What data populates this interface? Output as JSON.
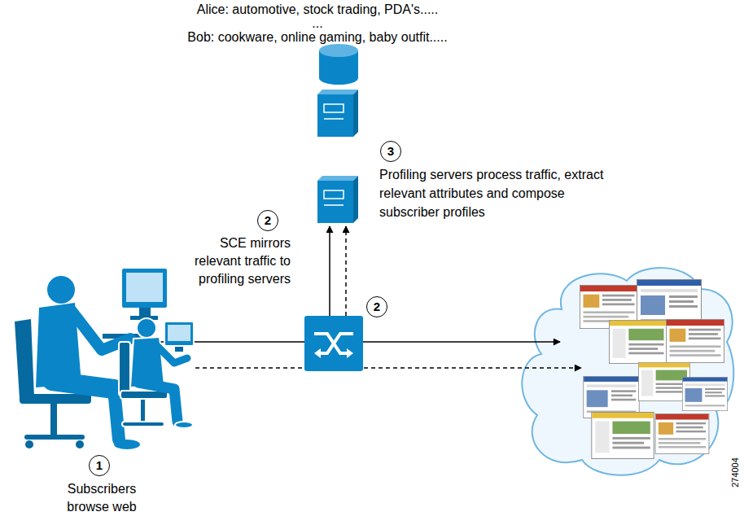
{
  "diagram": {
    "nodes": [
      {
        "text": [
          "3"
        ]
      },
      {
        "text": [
          "2"
        ]
      },
      {
        "text": [
          "2"
        ]
      },
      {
        "text": [
          "1"
        ]
      }
    ],
    "labels": [
      "Alice: automotive, stock trading, PDA's.....",
      "...",
      "Bob: cookware, online gaming, baby outfit.....",
      "Profiling servers process traffic, extract relevant attributes and compose subscriber profiles",
      "SCE mirrors relevant traffic to profiling servers",
      "Subscribers browse web",
      "274004"
    ]
  }
}
